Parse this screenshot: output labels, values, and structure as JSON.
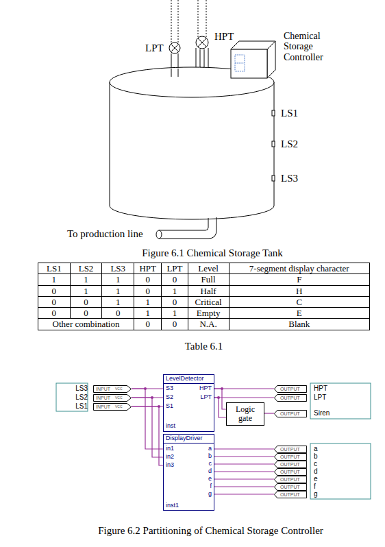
{
  "diagram": {
    "caption": "Figure 6.2 Partitioning of Chemical Storage Controller",
    "nodes": [
      {
        "text": [
          "LS3",
          "INPUT",
          "VCC"
        ]
      },
      {
        "text": [
          "LS2",
          "INPUT",
          "VCC"
        ]
      },
      {
        "text": [
          "LS1",
          "INPUT",
          "VCC"
        ]
      },
      {
        "text": [
          "LevelDetector",
          "S3",
          "HPT",
          "S2",
          "LPT",
          "S1",
          "inst"
        ]
      },
      {
        "text": [
          "DisplayDriver",
          "in1",
          "a",
          "in2",
          "b",
          "in3",
          "c",
          "d",
          "e",
          "f",
          "g",
          "inst1"
        ]
      },
      {
        "text": [
          "Logic gate"
        ]
      },
      {
        "text": [
          "OUTPUT",
          "HPT"
        ]
      },
      {
        "text": [
          "OUTPUT",
          "LPT"
        ]
      },
      {
        "text": [
          "OUTPUT",
          "Siren"
        ]
      },
      {
        "text": [
          "OUTPUT",
          "a"
        ]
      },
      {
        "text": [
          "OUTPUT",
          "b"
        ]
      },
      {
        "text": [
          "OUTPUT",
          "c"
        ]
      },
      {
        "text": [
          "OUTPUT",
          "d"
        ]
      },
      {
        "text": [
          "OUTPUT",
          "e"
        ]
      },
      {
        "text": [
          "OUTPUT",
          "f"
        ]
      },
      {
        "text": [
          "OUTPUT",
          "g"
        ]
      }
    ],
    "edges": [
      {
        "from": 0,
        "to": 3,
        "arrow": "none"
      },
      {
        "from": 0,
        "to": 4,
        "arrow": "none"
      },
      {
        "from": 1,
        "to": 3,
        "arrow": "none"
      },
      {
        "from": 1,
        "to": 4,
        "arrow": "none"
      },
      {
        "from": 2,
        "to": 3,
        "arrow": "none"
      },
      {
        "from": 2,
        "to": 4,
        "arrow": "none"
      },
      {
        "from": 3,
        "to": 6,
        "arrow": "none"
      },
      {
        "from": 3,
        "to": 7,
        "arrow": "none"
      },
      {
        "from": 3,
        "to": 5,
        "arrow": "none"
      },
      {
        "from": 3,
        "to": 5,
        "arrow": "none"
      },
      {
        "from": 5,
        "to": 8,
        "arrow": "none"
      },
      {
        "from": 4,
        "to": 9,
        "arrow": "none"
      },
      {
        "from": 4,
        "to": 10,
        "arrow": "none"
      },
      {
        "from": 4,
        "to": 11,
        "arrow": "none"
      },
      {
        "from": 4,
        "to": 12,
        "arrow": "none"
      },
      {
        "from": 4,
        "to": 13,
        "arrow": "none"
      },
      {
        "from": 4,
        "to": 14,
        "arrow": "none"
      },
      {
        "from": 4,
        "to": 15,
        "arrow": "none"
      }
    ],
    "labels": [
      "LPT",
      "HPT",
      "Chemical Storage Controller",
      "LS1",
      "LS2",
      "LS3",
      "To production line",
      "Figure 6.1 Chemical Storage Tank",
      "LS1",
      "LS2",
      "LS3",
      "HPT",
      "LPT",
      "Level",
      "7-segment display character",
      "1",
      "1",
      "1",
      "0",
      "0",
      "Full",
      "F",
      "0",
      "1",
      "1",
      "0",
      "1",
      "Half",
      "H",
      "0",
      "0",
      "1",
      "1",
      "0",
      "Critical",
      "C",
      "0",
      "0",
      "0",
      "1",
      "1",
      "Empty",
      "E",
      "Other combination",
      "0",
      "0",
      "N.A.",
      "Blank",
      "Table 6.1"
    ]
  }
}
